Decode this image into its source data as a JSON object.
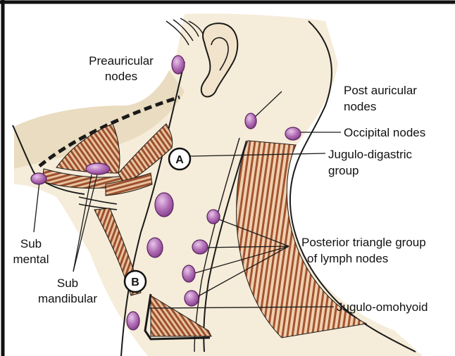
{
  "colors": {
    "skin": "#f5ecd9",
    "skin_shade": "#eadcc0",
    "outline": "#1a1a1a",
    "muscle": "#9c4f2c",
    "muscle_light": "#e8c2a0",
    "node_fill": "#9a4f9e",
    "node_highlight": "#e7c6ea",
    "border": "#111111"
  },
  "badges": {
    "a": "A",
    "b": "B"
  },
  "labels": {
    "preauricular_1": "Preauricular",
    "preauricular_2": "nodes",
    "post_auricular_1": "Post auricular",
    "post_auricular_2": "nodes",
    "occipital": "Occipital nodes",
    "jd_1": "Jugulo-digastric",
    "jd_2": "group",
    "sub_mental_1": "Sub",
    "sub_mental_2": "mental",
    "sub_mand_1": "Sub",
    "sub_mand_2": "mandibular",
    "post_tri_1": "Posterior triangle group",
    "post_tri_2": "of lymph nodes",
    "jo": "Jugulo-omohyoid"
  }
}
